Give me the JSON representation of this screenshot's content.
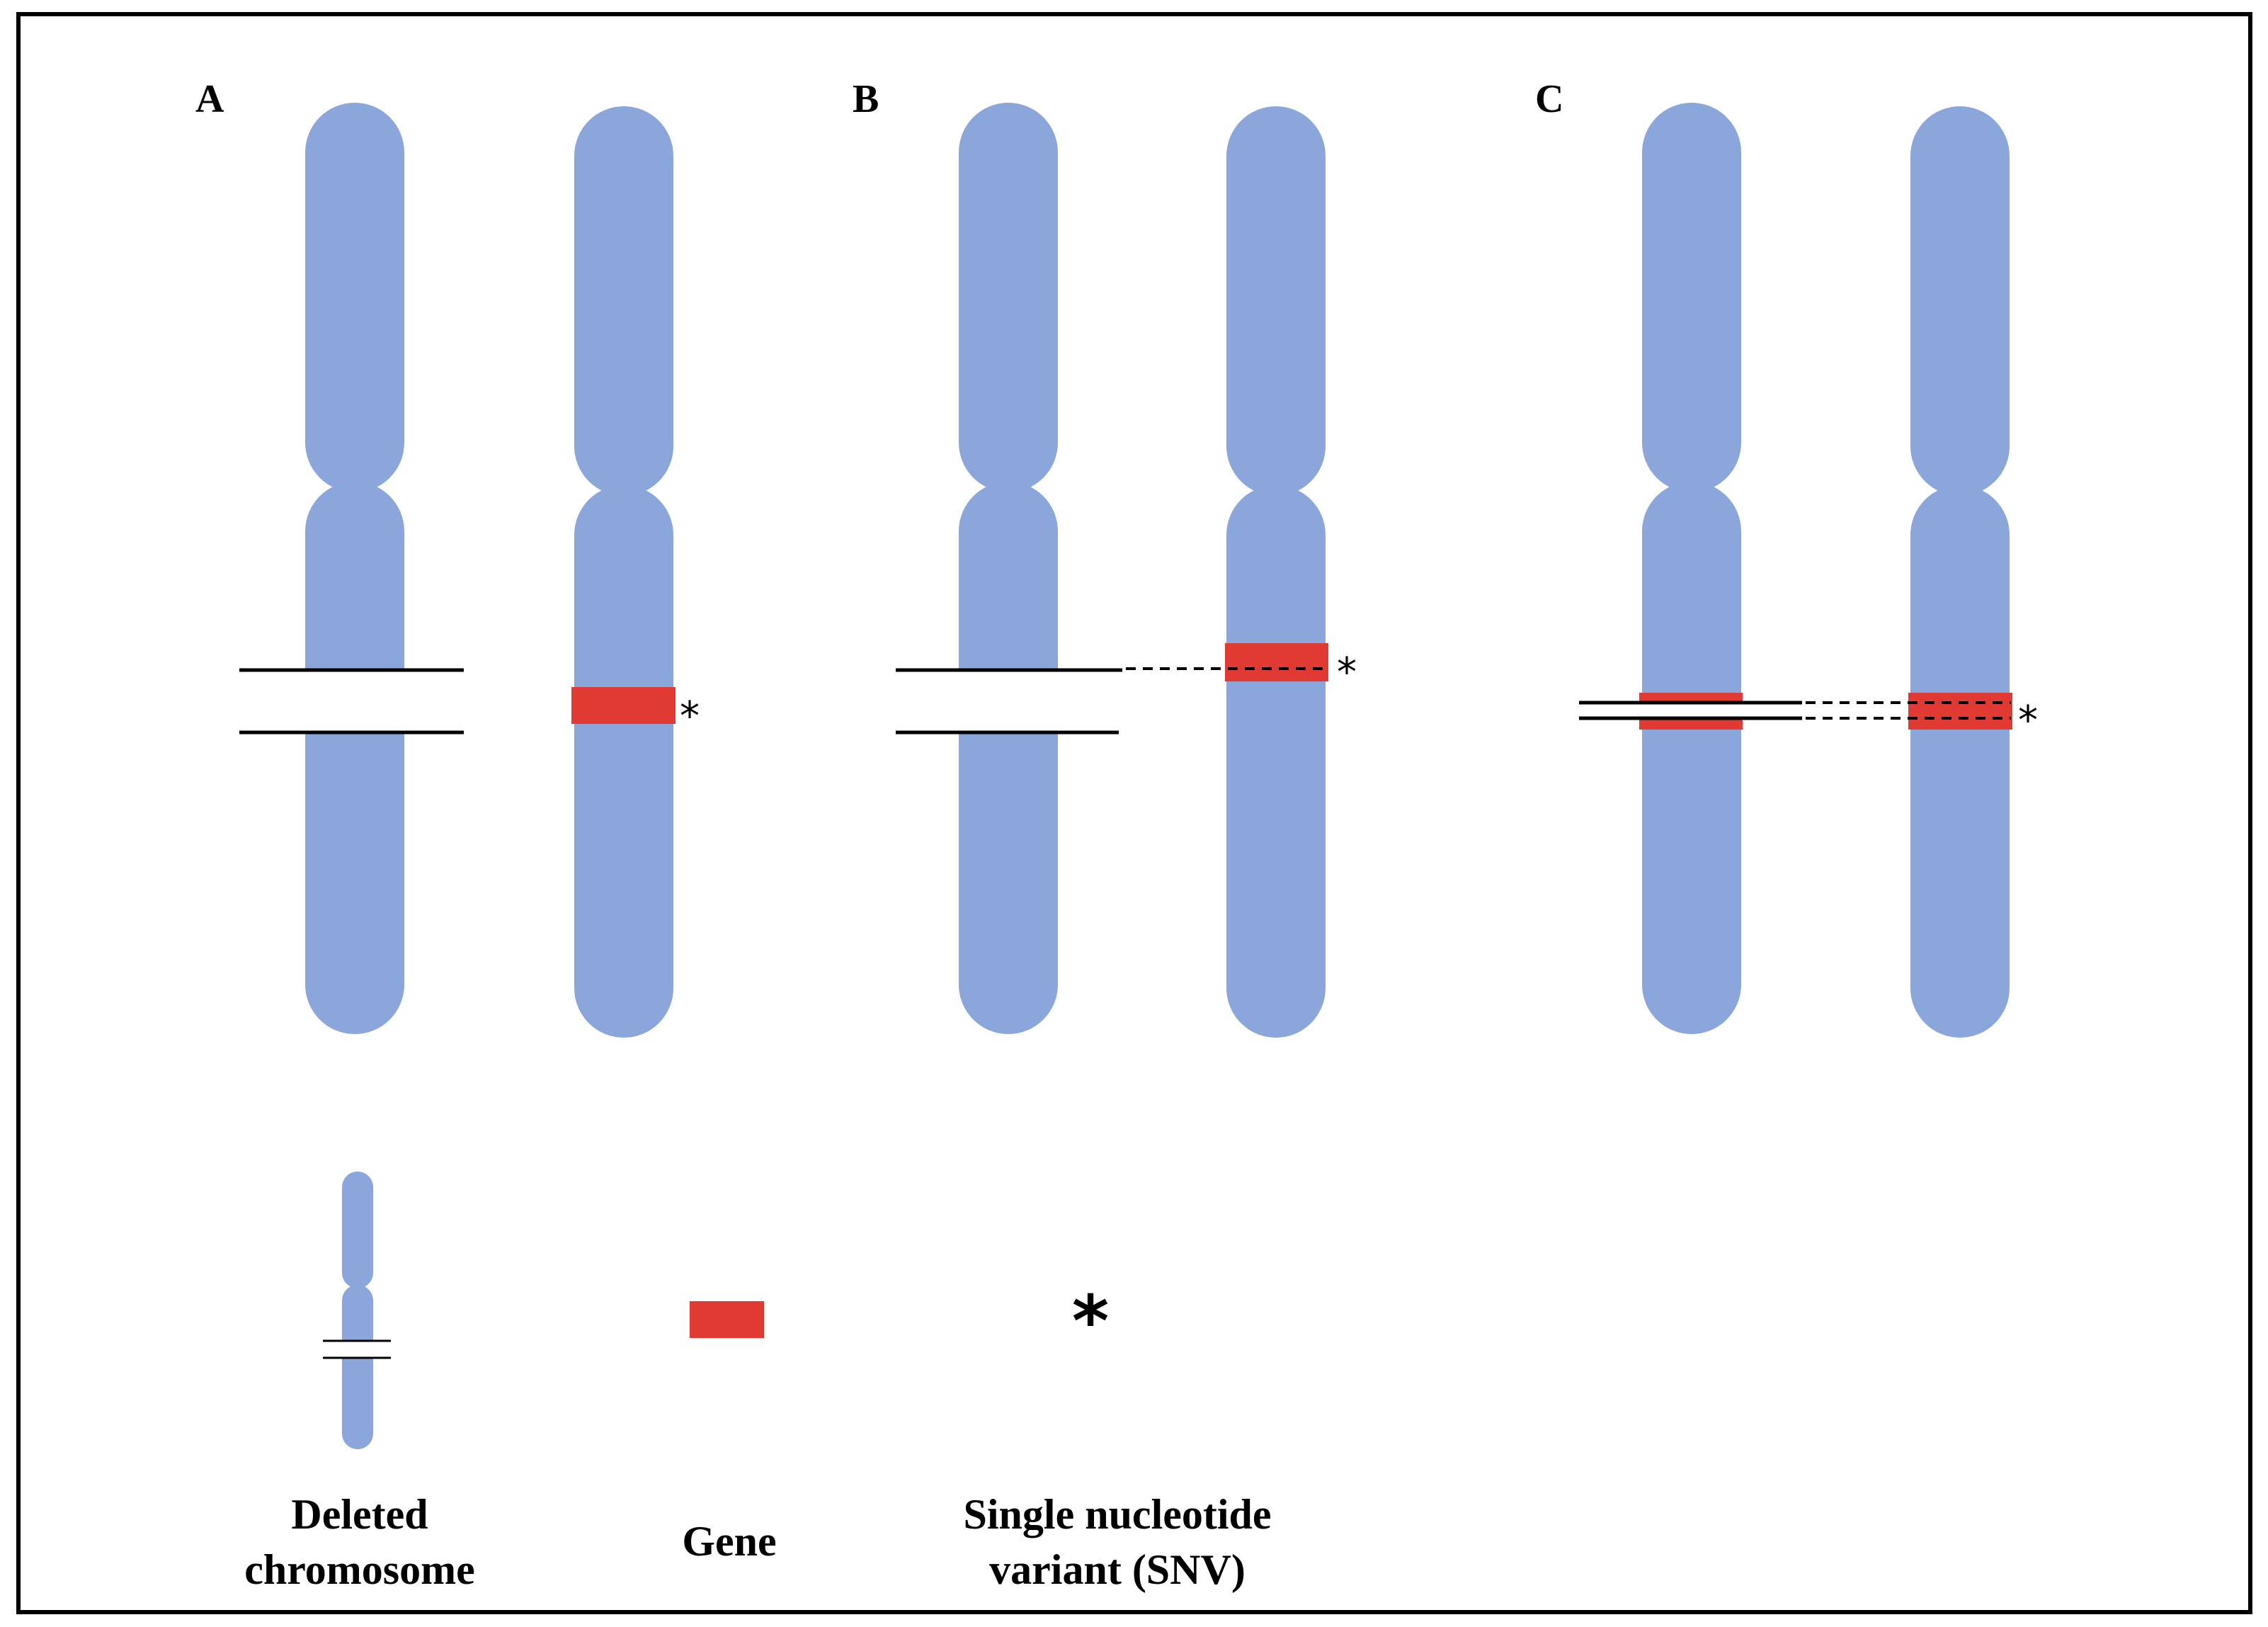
{
  "colors": {
    "chromosome": "#8ba6db",
    "gene": "#e03a33",
    "line": "#000000",
    "background": "#ffffff"
  },
  "panels": [
    {
      "label": "A",
      "snv_marker": "*"
    },
    {
      "label": "B",
      "snv_marker": "*"
    },
    {
      "label": "C",
      "snv_marker": "*"
    }
  ],
  "legend": {
    "deleted_chromosome": {
      "line1": "Deleted",
      "line2": "chromosome",
      "icon": "deleted-chromosome-icon"
    },
    "gene": {
      "label": "Gene",
      "icon": "gene-swatch"
    },
    "snv": {
      "symbol": "*",
      "line1": "Single nucleotide",
      "line2": "variant (SNV)"
    }
  }
}
